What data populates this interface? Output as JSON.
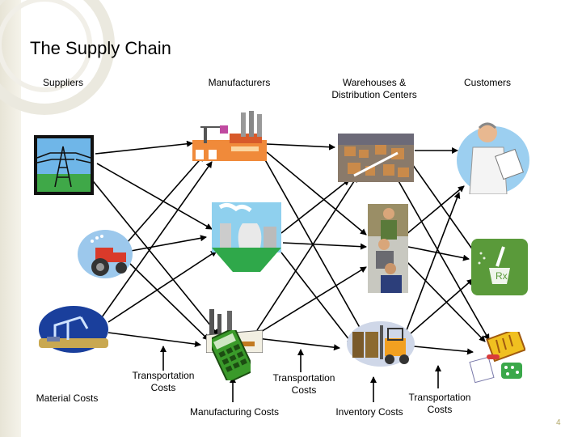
{
  "slide": {
    "title": "The Supply Chain",
    "page_number": "4"
  },
  "columns": {
    "suppliers": "Suppliers",
    "manufacturers": "Manufacturers",
    "warehouses_line1": "Warehouses &",
    "warehouses_line2": "Distribution Centers",
    "customers": "Customers"
  },
  "costs": {
    "material": "Material Costs",
    "transport_1_line1": "Transportation",
    "transport_1_line2": "Costs",
    "manufacturing": "Manufacturing Costs",
    "transport_2_line1": "Transportation",
    "transport_2_line2": "Costs",
    "inventory": "Inventory Costs",
    "transport_3_line1": "Transportation",
    "transport_3_line2": "Costs"
  },
  "icons": {
    "suppliers": [
      "power-tower-icon",
      "tractor-icon",
      "oil-pump-icon"
    ],
    "manufacturers": [
      "factory-icon",
      "power-plant-icon",
      "industrial-plant-icon",
      "calculator-icon"
    ],
    "warehouses": [
      "warehouse-icon",
      "workers-icon",
      "forklift-icon"
    ],
    "customers": [
      "doctor-icon",
      "pharmacy-icon",
      "medicine-icon"
    ]
  },
  "colors": {
    "arrow": "#000000",
    "page_number": "#b3a86a"
  }
}
